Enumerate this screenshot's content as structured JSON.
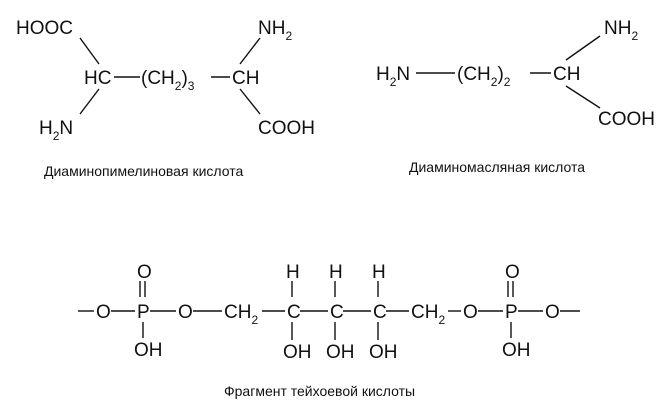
{
  "structures": {
    "dap": {
      "caption": "Диаминопимелиновая кислота",
      "labels": {
        "hooc": "HOOC",
        "nh2_top": "NH",
        "nh2_top_sub": "2",
        "hc": "HC",
        "chain": "(CH",
        "chain_sub": "2",
        "chain_close": ")",
        "chain_index": "3",
        "ch": "CH",
        "h2n": "H",
        "h2n_sub": "2",
        "h2n_n": "N",
        "cooh": "COOH"
      }
    },
    "dab": {
      "caption": "Диаминомасляная кислота",
      "labels": {
        "h2n_h": "H",
        "h2n_sub": "2",
        "h2n_n": "N",
        "chain": "(CH",
        "chain_sub": "2",
        "chain_close": ")",
        "chain_index": "2",
        "ch": "CH",
        "nh2": "NH",
        "nh2_sub": "2",
        "cooh": "COOH"
      }
    },
    "teichoic": {
      "caption": "Фрагмент тейхоевой кислоты",
      "labels": {
        "o": "O",
        "p": "P",
        "oh": "OH",
        "ch": "CH",
        "ch_sub": "2",
        "c": "C",
        "h": "H"
      }
    }
  },
  "colors": {
    "ink": "#111111",
    "background": "#ffffff"
  }
}
